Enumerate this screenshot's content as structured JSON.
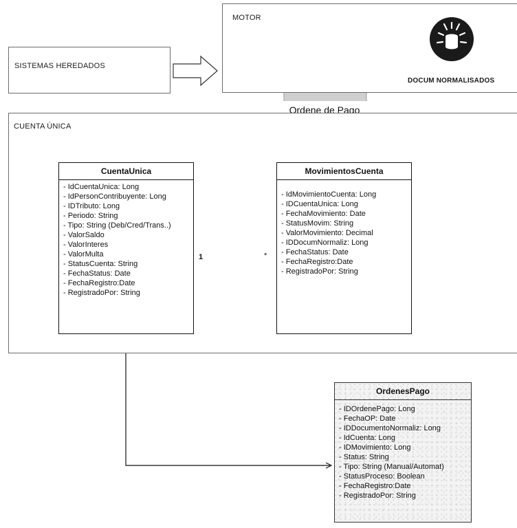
{
  "boxes": {
    "legacy_label": "SISTEMAS HEREDADOS",
    "motor_label": "MOTOR",
    "docs_label": "DOCUM NORMALISADOS",
    "account_label": "CUENTA ÚNICA"
  },
  "flow_arrow_label": "Ordene de Pago",
  "classes": {
    "cuenta_unica": {
      "title": "CuentaUnica",
      "attrs": [
        "- IdCuentaUnica: Long",
        "- IdPersonContribuyente: Long",
        "- IDTributo: Long",
        "- Periodo: String",
        "- Tipo: String (Deb/Cred/Trans..)",
        "- ValorSaldo",
        "- ValorInteres",
        "- ValorMulta",
        "- StatusCuenta: String",
        "- FechaStatus: Date",
        "- FechaRegistro:Date",
        "- RegistradoPor: String"
      ]
    },
    "movimientos_cuenta": {
      "title": "MovimientosCuenta",
      "attrs": [
        "- IdMovimientoCuenta: Long",
        "- IDCuentaUnica: Long",
        "- FechaMovimiento: Date",
        "- StatusMovim: String",
        "- ValorMovimiento: Decimal",
        "- IDDocumNormaliz: Long",
        "- FechaStatus: Date",
        "- FechaRegistro:Date",
        "- RegistradoPor: String"
      ]
    },
    "ordenes_pago": {
      "title": "OrdenesPago",
      "attrs": [
        "- IDOrdenePago: Long",
        "- FechaOP: Date",
        "- IDDocumentoNormaliz: Long",
        "- IdCuenta: Long",
        "- IDMovimiento: Long",
        "- Status: String",
        "- Tipo: String (Manual/Automat)",
        "- StatusProceso: Boolean",
        "- FechaRegistro:Date",
        "- RegistradoPor: String"
      ]
    }
  },
  "association": {
    "source_multiplicity": "1",
    "target_multiplicity": "*"
  },
  "icon": "database-gear-icon",
  "colors": {
    "icon_bg": "#1a1a1a",
    "flow_arrow_fill": "#cfcfcf",
    "border": "#6b6b6b"
  }
}
